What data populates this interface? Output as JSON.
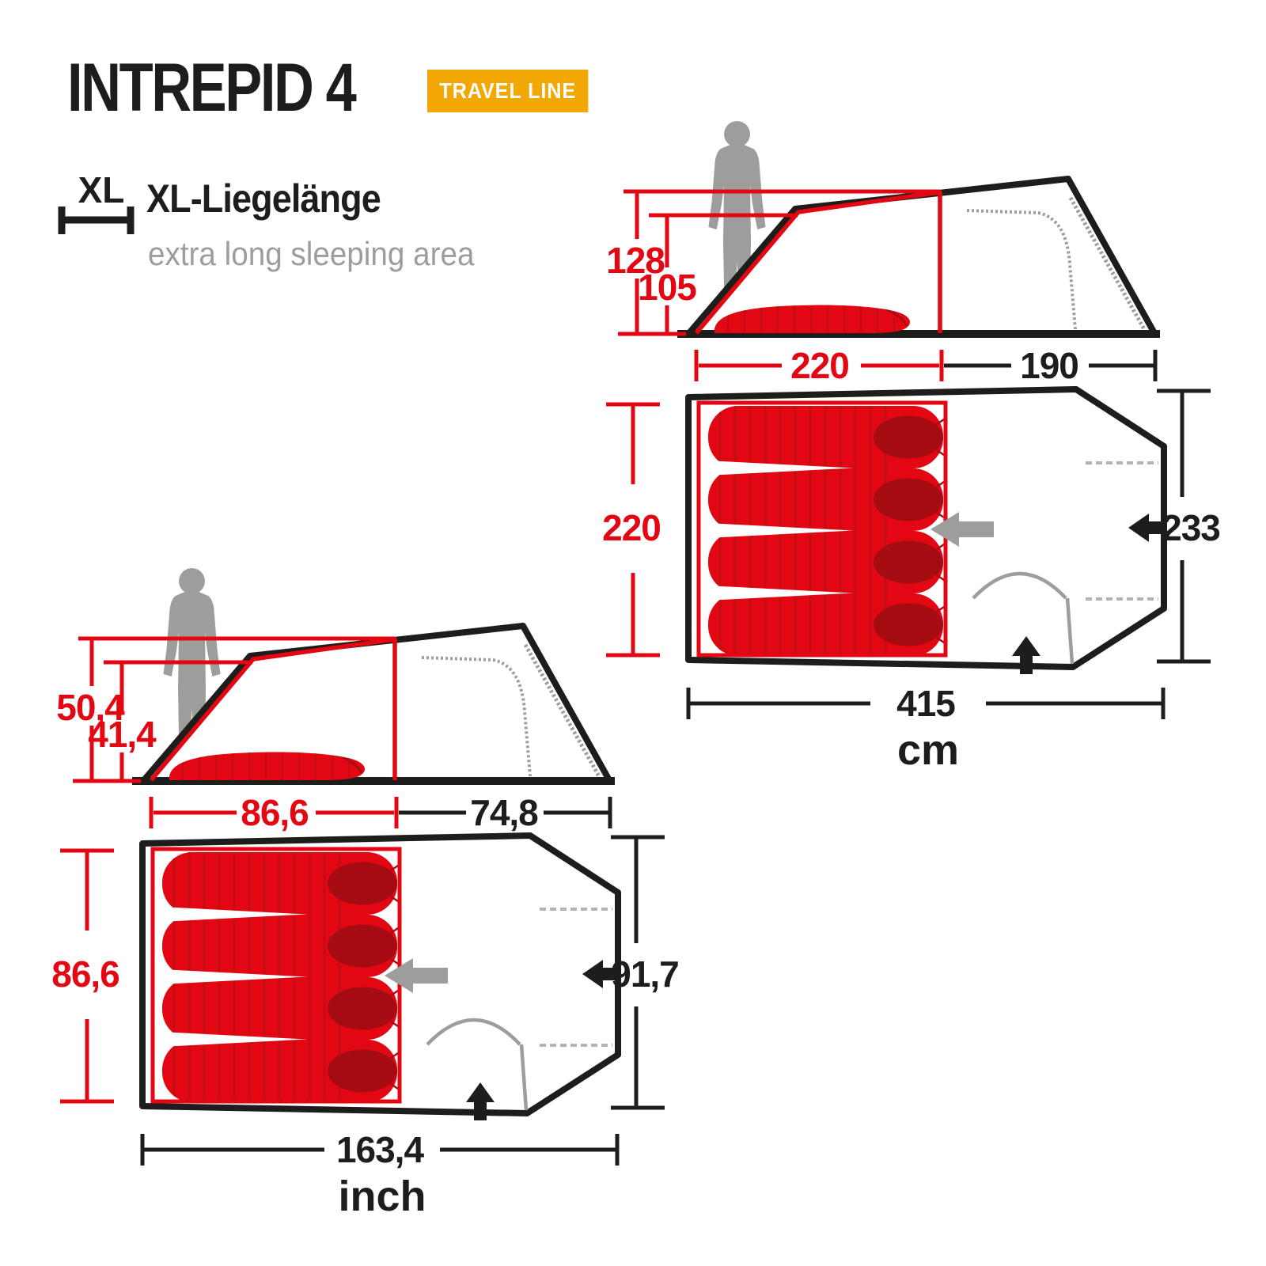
{
  "header": {
    "title": "INTREPID 4",
    "badge": "TRAVEL LINE"
  },
  "feature": {
    "icon": "XL",
    "title": "XL-Liegelänge",
    "subtitle": "extra long sleeping area"
  },
  "colors": {
    "brand_red": "#e30613",
    "dark_red": "#a50c11",
    "black": "#1d1d1b",
    "gray": "#9d9d9c",
    "badge_yellow": "#f2a702"
  },
  "dims": {
    "cm": {
      "unit": "cm",
      "side": {
        "outer_height": "128",
        "inner_height": "105",
        "sleep_length": "220",
        "vestibule_length": "190"
      },
      "plan": {
        "sleep_width": "220",
        "entrance_height": "233",
        "total_length": "415"
      }
    },
    "inch": {
      "unit": "inch",
      "side": {
        "outer_height": "50,4",
        "inner_height": "41,4",
        "sleep_length": "86,6",
        "vestibule_length": "74,8"
      },
      "plan": {
        "sleep_width": "86,6",
        "entrance_height": "91,7",
        "total_length": "163,4"
      }
    }
  }
}
